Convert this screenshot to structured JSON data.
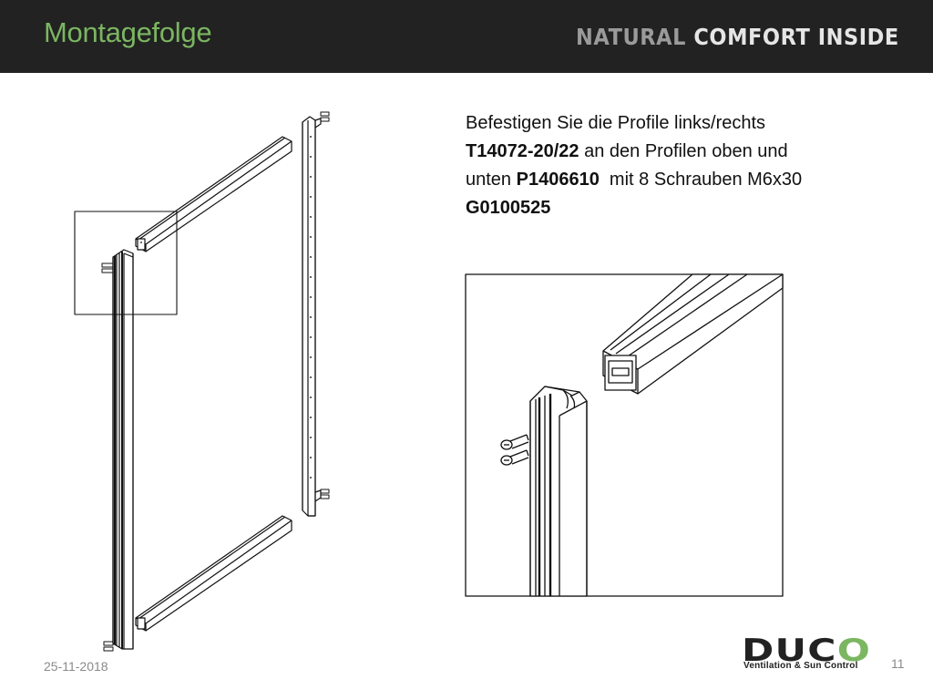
{
  "header": {
    "title": "Montagefolge",
    "tagline_part1": "NATURAL",
    "tagline_part2": "COMFORT INSIDE"
  },
  "instruction": {
    "line1": "Befestigen Sie die Profile links/rechts",
    "code1": "T14072-20/22",
    "line2_rest": " an den Profilen oben und",
    "line3_start": "unten ",
    "code2": "P1406610",
    "line3_rest": "  mit 8 Schrauben M6x30",
    "code3": "G0100525"
  },
  "footer": {
    "date": "25-11-2018",
    "page_number": "11"
  },
  "logo": {
    "wordmark_start": "DUC",
    "wordmark_end": "O",
    "subtitle": "Ventilation & Sun Control"
  },
  "colors": {
    "header_bg": "#222222",
    "brand_green": "#7bb661"
  },
  "icons": [
    "screw-icon",
    "profile-left-icon",
    "profile-right-icon",
    "profile-top-icon",
    "profile-bottom-icon"
  ]
}
